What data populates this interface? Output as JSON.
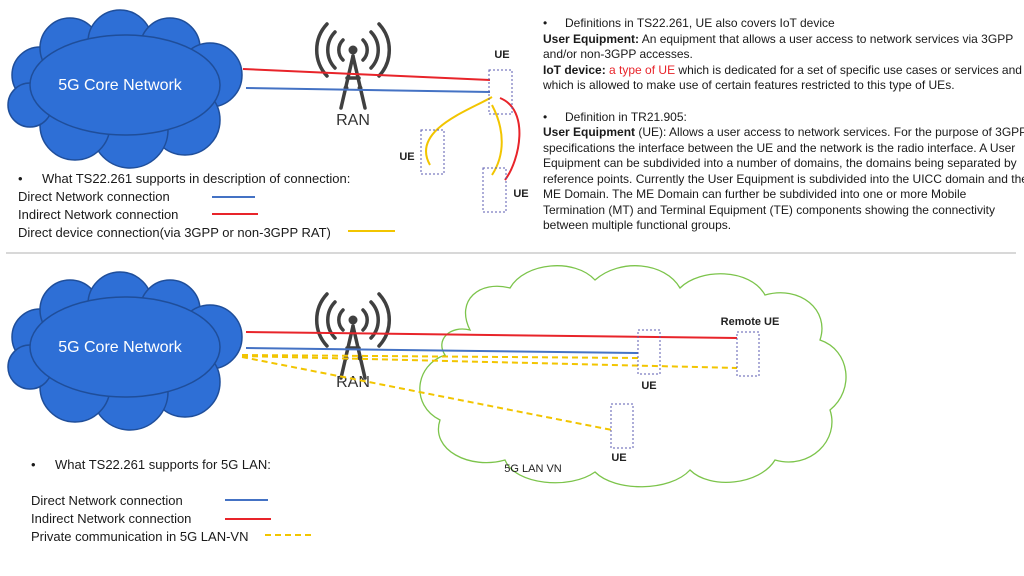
{
  "top": {
    "cloud_label": "5G Core Network",
    "ran_label": "RAN",
    "ue_labels": [
      "UE",
      "UE",
      "UE"
    ],
    "legend": {
      "heading": "What TS22.261 supports in description of connection:",
      "items": [
        {
          "label": "Direct Network connection",
          "color": "#4472c4",
          "style": "solid"
        },
        {
          "label": "Indirect Network connection",
          "color": "#e8242a",
          "style": "solid"
        },
        {
          "label": "Direct device connection(via 3GPP or non-3GPP RAT)",
          "color": "#f2c500",
          "style": "solid"
        }
      ]
    },
    "definitions": {
      "bullet1": "Definitions in TS22.261, UE also covers IoT device",
      "ue_term": "User Equipment:",
      "ue_def_1": "An equipment that allows a user access to network services via 3GPP",
      "ue_def_2": "and/or non-3GPP accesses.",
      "iot_term": "IoT device:",
      "iot_highlight": "a type of UE",
      "iot_def_1": "which is dedicated for a set of specific use cases or services and",
      "iot_def_2": "which is allowed to make use of certain features restricted to this type of UEs.",
      "bullet2": "Definition in TR21.905:",
      "ue2_term": "User Equipment",
      "ue2_lines": [
        "(UE): Allows a user access to network services. For the purpose of 3GPP",
        "specifications the interface between the UE and the network is the radio interface. A User",
        "Equipment can be subdivided into a number of domains, the domains being separated by",
        "reference points. Currently the User Equipment is subdivided into the UICC domain and the",
        "ME Domain. The ME Domain can further be subdivided into one or more Mobile",
        "Termination (MT) and Terminal Equipment (TE) components showing the connectivity",
        "between multiple functional groups."
      ]
    }
  },
  "bottom": {
    "cloud_label": "5G Core Network",
    "ran_label": "RAN",
    "ue_labels": [
      "UE",
      "UE"
    ],
    "remote_ue_label": "Remote UE",
    "lan_label": "5G LAN VN",
    "legend": {
      "heading": "What TS22.261 supports for 5G LAN:",
      "items": [
        {
          "label": "Direct Network connection",
          "color": "#4472c4",
          "style": "solid"
        },
        {
          "label": "Indirect Network connection",
          "color": "#e8242a",
          "style": "solid"
        },
        {
          "label": "Private communication in 5G LAN-VN",
          "color": "#f2c500",
          "style": "dashed"
        }
      ]
    }
  },
  "colors": {
    "cloud_fill": "#2e6fd6",
    "cloud_stroke": "#1f4e9a",
    "direct": "#4472c4",
    "indirect": "#e8242a",
    "device": "#f2c500",
    "lan_cloud": "#7cc44b",
    "ue_box": "#5b5bb0",
    "tower": "#404040"
  }
}
